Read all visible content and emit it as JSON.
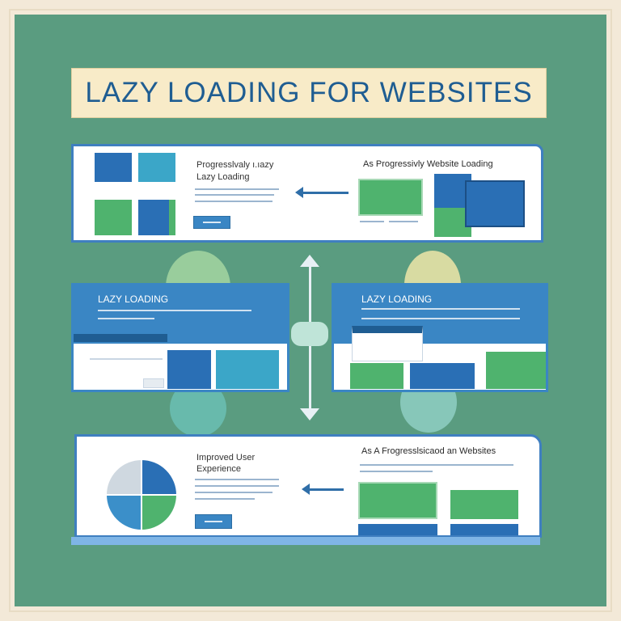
{
  "title": "LAZY LOADING FOR WEBSITES",
  "panel_top": {
    "left_heading_line1": "Progresslvaly ı.ıazy",
    "left_heading_line2": "Lazy Loading",
    "right_heading": "As  Progressivly Website Loading"
  },
  "panel_mid_left": {
    "heading": "LAZY LOADING"
  },
  "panel_mid_right": {
    "heading": "LAZY LOADING"
  },
  "panel_bottom": {
    "left_heading_line1": "Improved User",
    "left_heading_line2": "Experience",
    "right_heading": "As  A  Frogresslsicaod  an  Websites"
  },
  "chart_data": {
    "type": "pie",
    "title": "",
    "values": [
      25,
      25,
      25,
      25
    ],
    "colors": [
      "#2a6fb5",
      "#4fb36e",
      "#3b8fc9",
      "#cfd8e0"
    ]
  },
  "colors": {
    "background": "#5a9c80",
    "title_banner": "#f8ebc8",
    "title_text": "#1f5d92",
    "panel_border": "#3f7fc0",
    "accent_green": "#4fb36e",
    "accent_blue": "#2a6fb5"
  }
}
